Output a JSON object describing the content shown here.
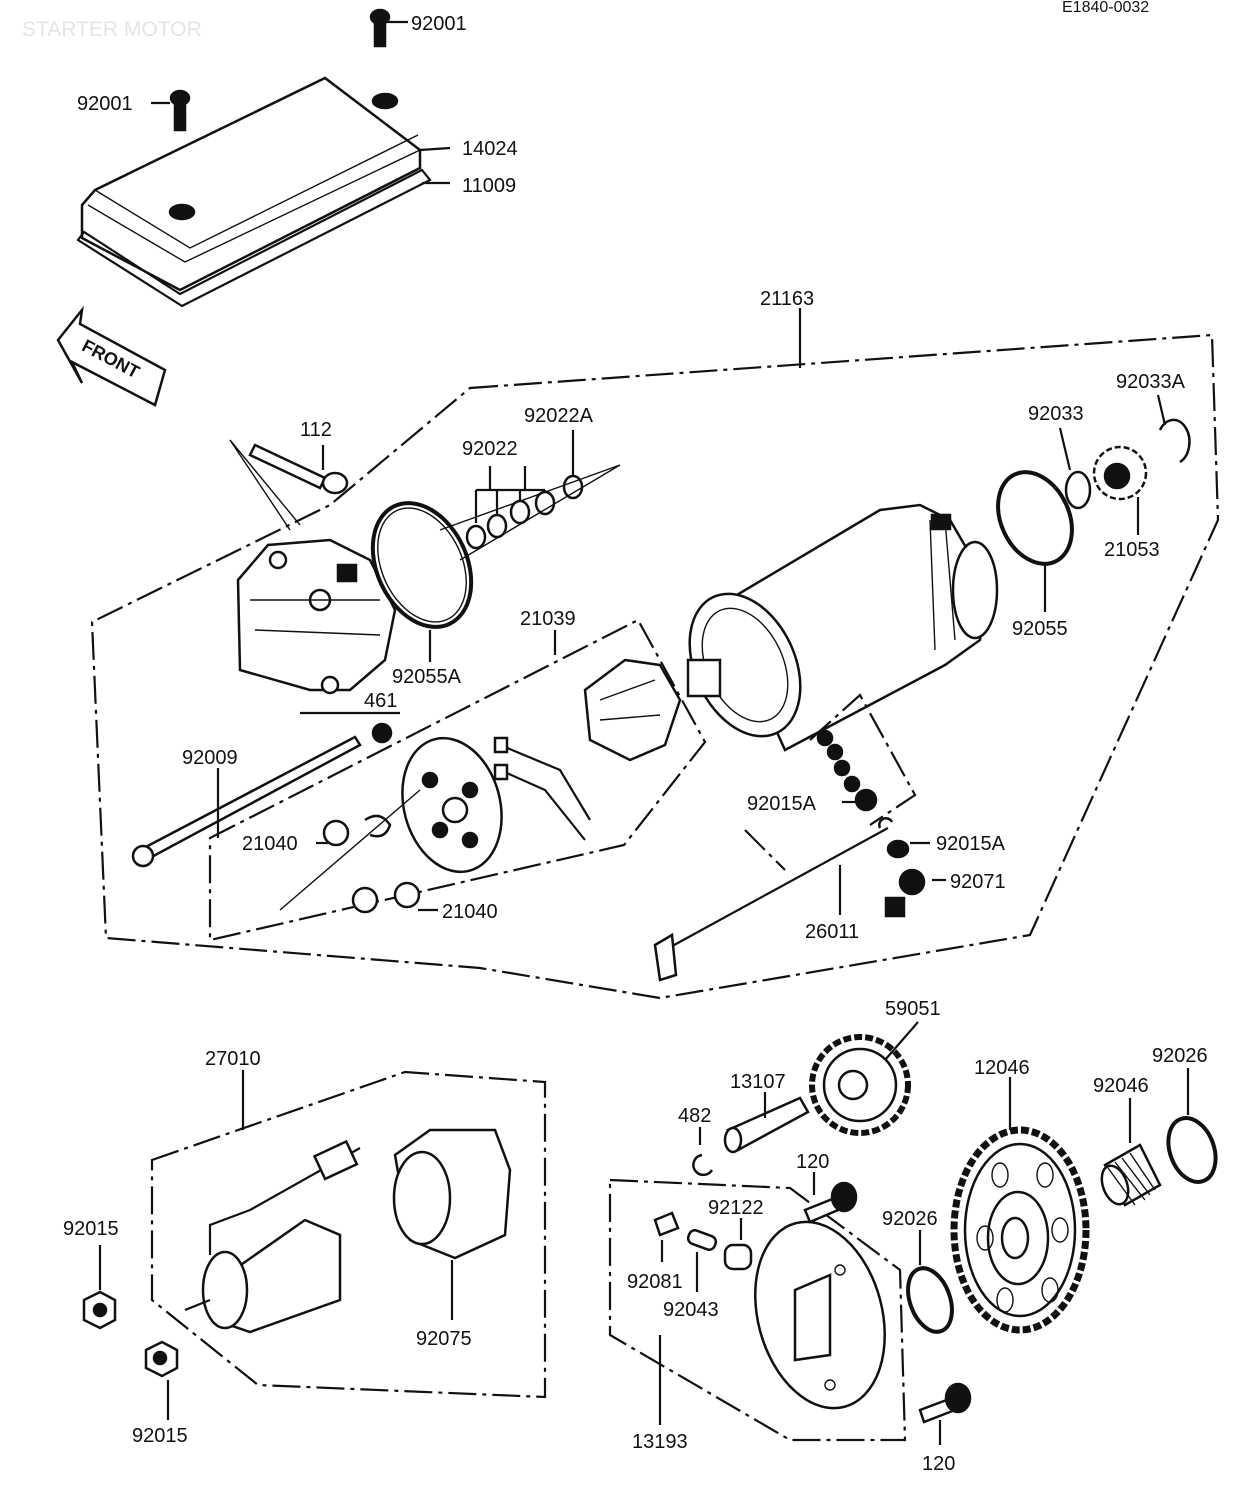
{
  "header": {
    "title": "STARTER MOTOR",
    "code": "E1840-0032",
    "front_label": "FRONT"
  },
  "labels": {
    "p92001_top": "92001",
    "p92001_left": "92001",
    "p14024": "14024",
    "p11009": "11009",
    "p21163": "21163",
    "p112": "112",
    "p92022": "92022",
    "p92022A": "92022A",
    "p92033": "92033",
    "p92033A": "92033A",
    "p21053": "21053",
    "p92055": "92055",
    "p92055A": "92055A",
    "p21039": "21039",
    "p461": "461",
    "p92009": "92009",
    "p21040_a": "21040",
    "p21040_b": "21040",
    "p92015A_a": "92015A",
    "p92015A_b": "92015A",
    "p92071": "92071",
    "p26011": "26011",
    "p59051": "59051",
    "p27010": "27010",
    "p13107": "13107",
    "p482": "482",
    "p120_a": "120",
    "p12046": "12046",
    "p92046": "92046",
    "p92026_a": "92026",
    "p92026_b": "92026",
    "p92122": "92122",
    "p92081": "92081",
    "p92043": "92043",
    "p92015_a": "92015",
    "p92015_b": "92015",
    "p92075": "92075",
    "p13193": "13193",
    "p120_b": "120"
  }
}
